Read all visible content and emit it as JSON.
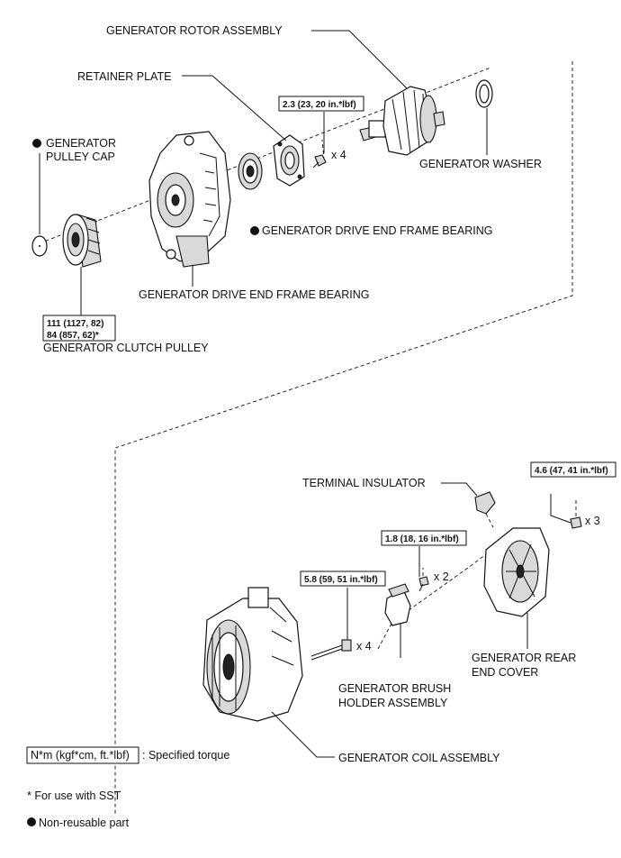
{
  "labels": {
    "rotor_assembly": "GENERATOR ROTOR ASSEMBLY",
    "retainer_plate": "RETAINER PLATE",
    "pulley_cap_line1": "GENERATOR",
    "pulley_cap_line2": "PULLEY CAP",
    "washer": "GENERATOR WASHER",
    "drive_end_bearing": "GENERATOR DRIVE END FRAME BEARING",
    "drive_end_frame": "GENERATOR DRIVE END FRAME BEARING",
    "clutch_pulley": "GENERATOR CLUTCH PULLEY",
    "terminal_insulator": "TERMINAL INSULATOR",
    "rear_end_cover_line1": "GENERATOR REAR",
    "rear_end_cover_line2": "END COVER",
    "brush_holder_line1": "GENERATOR BRUSH",
    "brush_holder_line2": "HOLDER ASSEMBLY",
    "coil_assembly": "GENERATOR COIL ASSEMBLY"
  },
  "torques": {
    "retainer_bolts": "2.3 (23, 20 in.*lbf)",
    "pulley_line1": "111 (1127, 82)",
    "pulley_line2": "84 (857, 62)*",
    "rear_cover_nuts": "4.6 (47, 41 in.*lbf)",
    "brush_screws": "1.8 (18, 16 in.*lbf)",
    "through_bolts": "5.8 (59, 51 in.*lbf)"
  },
  "quantities": {
    "retainer_bolts": "x 4",
    "rear_cover_nuts": "x 3",
    "brush_screws": "x 2",
    "through_bolts": "x 4"
  },
  "legend": {
    "torque_box": "N*m (kgf*cm, ft.*lbf)",
    "torque_desc": ": Specified torque",
    "sst_note": "* For use with SST",
    "non_reusable": "Non-reusable part"
  }
}
